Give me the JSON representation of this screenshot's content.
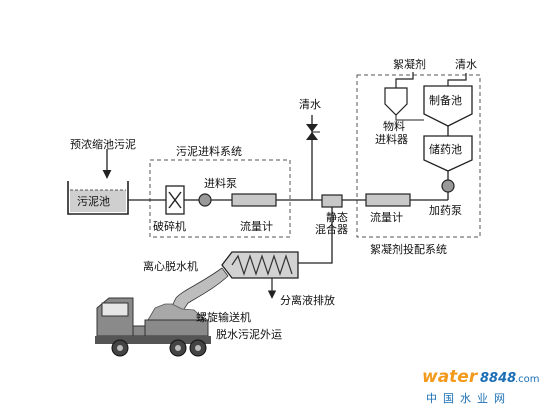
{
  "labels": {
    "prethickener_sludge": "预浓缩池污泥",
    "sludge_tank": "污泥池",
    "sludge_feed_system": "污泥进料系统",
    "crusher": "破碎机",
    "feed_pump": "进料泵",
    "flowmeter_1": "流量计",
    "clear_water_top": "清水",
    "static_mixer_1": "静态",
    "static_mixer_2": "混合器",
    "flocculant": "絮凝剂",
    "clear_water_right": "清水",
    "material_feeder_1": "物料",
    "material_feeder_2": "进料器",
    "preparation_tank": "制备池",
    "storage_tank": "储药池",
    "flowmeter_2": "流量计",
    "dosing_pump": "加药泵",
    "flocculant_dosing_system": "絮凝剂投配系统",
    "centrifuge": "离心脱水机",
    "filtrate_discharge": "分离液排放",
    "screw_conveyor": "螺旋输送机",
    "sludge_transport": "脱水污泥外运"
  },
  "watermark": {
    "brand": "water",
    "number": "8848",
    "suffix": ".com",
    "subtitle": "中国水业网"
  },
  "colors": {
    "line": "#222222",
    "dash": "#555555",
    "fill_gray": "#c8c8c8",
    "watermark_orange": "#f39a1d",
    "watermark_blue": "#1b6fb5"
  }
}
